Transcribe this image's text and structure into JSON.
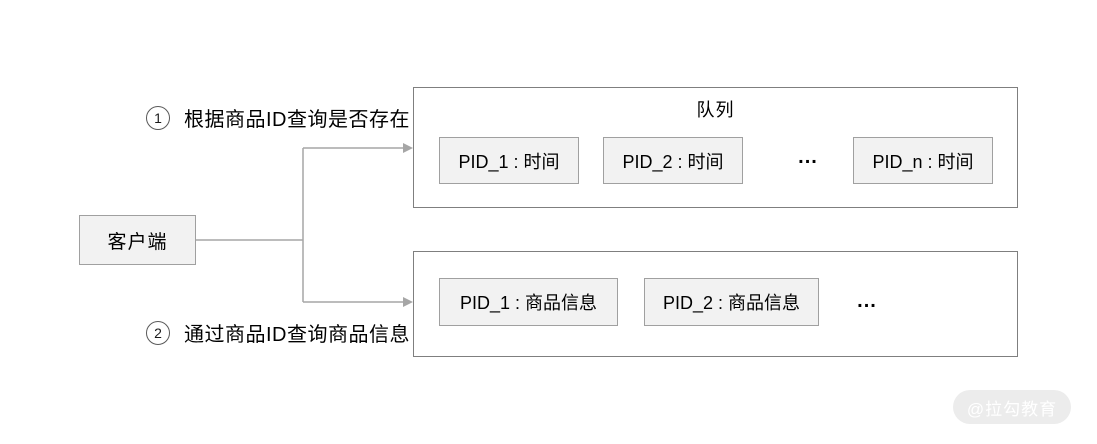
{
  "colors": {
    "inner_box_fill": "#f2f2f2",
    "inner_box_border": "#a0a0a0",
    "container_border": "#7f7f7f",
    "connector_line": "#a6a6a6",
    "text": "#000000",
    "watermark_bg": "#ececec",
    "watermark_text": "#ffffff"
  },
  "client": {
    "label": "客户端"
  },
  "annotations": [
    {
      "number": "1",
      "text": "根据商品ID查询是否存在"
    },
    {
      "number": "2",
      "text": "通过商品ID查询商品信息"
    }
  ],
  "queue": {
    "title": "队列",
    "items": [
      "PID_1 : 时间",
      "PID_2 : 时间",
      "PID_n : 时间"
    ],
    "ellipsis": "..."
  },
  "info": {
    "items": [
      "PID_1 : 商品信息",
      "PID_2 : 商品信息"
    ],
    "ellipsis": "..."
  },
  "watermark": {
    "text": "@拉勾教育"
  }
}
